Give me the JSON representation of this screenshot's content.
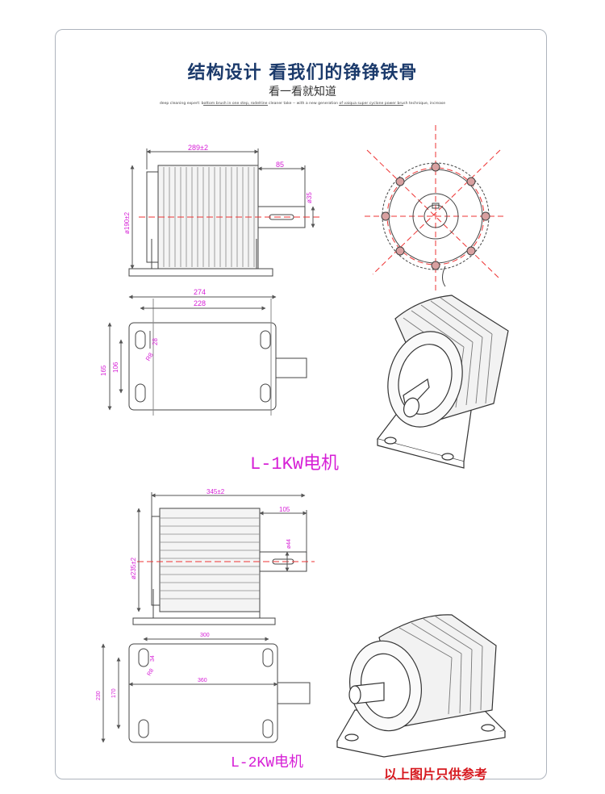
{
  "header": {
    "title": "结构设计  看我们的铮铮铁骨",
    "subtitle": "看一看就知道",
    "tagline": "deep cleaning expert: bottom brush in one step, rodeHine cleaner take -- with a new generation of vaiqua super cyclone power brush technique, increase"
  },
  "model_1kw": {
    "label": "L-1KW电机",
    "dims": {
      "length": "289±2",
      "shaft_length": "85",
      "shaft_dia": "ø35",
      "body_dia": "ø190±2",
      "base_outer": "274",
      "base_inner": "228",
      "base_depth": "165",
      "hole_span": "106",
      "slot_len": "28",
      "slot_r": "R8"
    }
  },
  "model_2kw": {
    "label": "L-2KW电机",
    "dims": {
      "length": "345±2",
      "shaft_length": "105",
      "shaft_dia": "ø44",
      "body_dia": "ø235±2",
      "base_inner": "300",
      "base_outer": "360",
      "base_depth": "230",
      "hole_span": "170",
      "slot_len": "34",
      "slot_r": "R8"
    }
  },
  "footnote": "以上图片只供参考"
}
